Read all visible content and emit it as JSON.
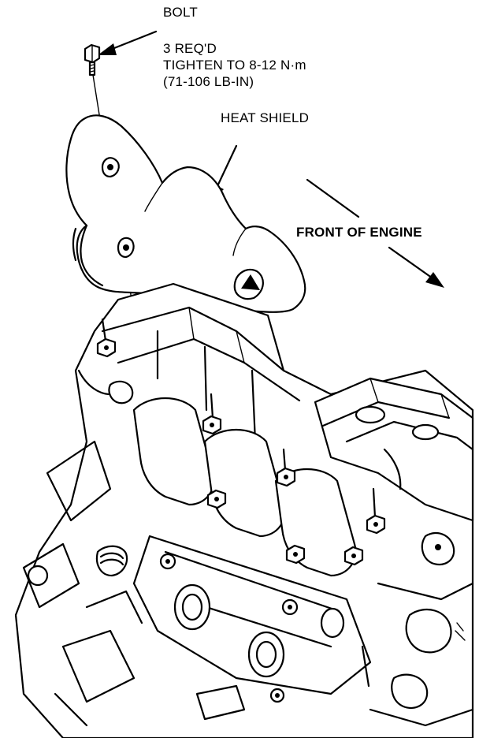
{
  "labels": {
    "bolt": "BOLT",
    "bolt_qty": "3 REQ'D",
    "bolt_torque_metric": "TIGHTEN TO 8-12 N·m",
    "bolt_torque_imperial": "(71-106 LB-IN)",
    "heat_shield": "HEAT SHIELD",
    "front_of_engine": "FRONT OF ENGINE"
  }
}
